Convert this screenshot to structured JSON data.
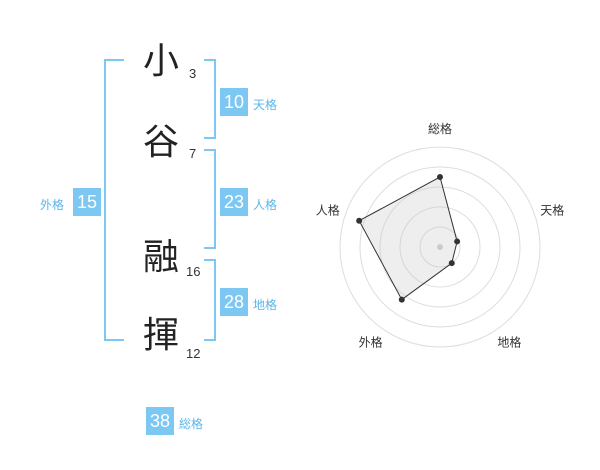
{
  "name": {
    "chars": [
      {
        "char": "小",
        "strokes": "3"
      },
      {
        "char": "谷",
        "strokes": "7"
      },
      {
        "char": "融",
        "strokes": "16"
      },
      {
        "char": "揮",
        "strokes": "12"
      }
    ]
  },
  "kaku": {
    "tenkaku": {
      "value": "10",
      "label": "天格"
    },
    "jinkaku": {
      "value": "23",
      "label": "人格"
    },
    "chikaku": {
      "value": "28",
      "label": "地格"
    },
    "gaikaku": {
      "value": "15",
      "label": "外格"
    },
    "soukaku": {
      "value": "38",
      "label": "総格"
    }
  },
  "colors": {
    "accent": "#7dc8f3",
    "accent_text": "#5bb5ea",
    "point": "#333333"
  },
  "chart_data": {
    "type": "radar",
    "axes": [
      "総格",
      "天格",
      "地格",
      "外格",
      "人格"
    ],
    "values": [
      0.7,
      0.18,
      0.2,
      0.65,
      0.85
    ],
    "rings": 5,
    "range": [
      0,
      1
    ]
  }
}
